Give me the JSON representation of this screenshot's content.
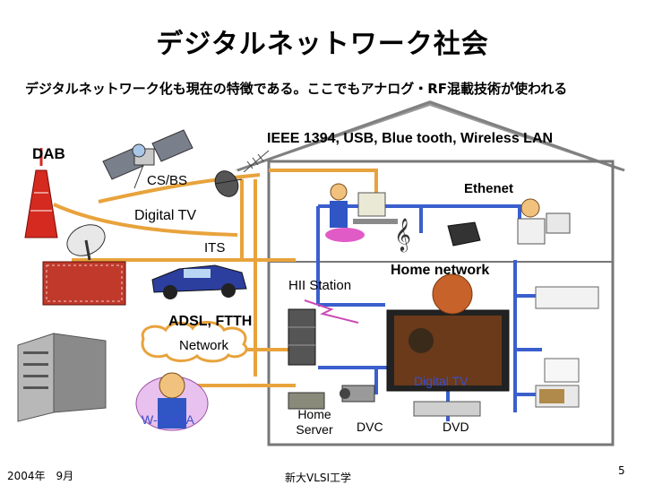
{
  "title": "デジタルネットワーク社会",
  "subtitle": "デジタルネットワーク化も現在の特徴である。ここでもアナログ・RF混載技術が使われる",
  "labels": {
    "ieee": "IEEE 1394, USB, Blue tooth, Wireless LAN",
    "dab": "DAB",
    "csbs": "CS/BS",
    "digital_tv_left": "Digital TV",
    "its": "ITS",
    "ethenet": "Ethenet",
    "home_network": "Home network",
    "hii_station": "HII Station",
    "adsl": "ADSL, FTTH",
    "network": "Network",
    "w_cdma": "W-CDMA",
    "digital_tv_right": "Digital TV",
    "home_server": "Home Server",
    "dvc": "DVC",
    "dvd": "DVD"
  },
  "footer": {
    "date": "2004年　9月",
    "org": "新大VLSI工学",
    "page": "5"
  },
  "colors": {
    "cable": "#e8a33c",
    "lan": "#3a5fcd",
    "house_roof": "#808080",
    "house_fill": "#ffffff"
  },
  "icons": [
    "satellite-icon",
    "tv-tower-icon",
    "dish-antenna-icon",
    "building-icon",
    "car-icon",
    "office-building-icon",
    "person-phone-icon",
    "office-worker-icon",
    "telephone-icon",
    "teacher-icon",
    "music-note-icon",
    "hub-icon",
    "television-icon",
    "air-conditioner-icon",
    "refrigerator-icon",
    "microwave-icon",
    "dvd-player-icon",
    "camcorder-icon",
    "server-icon"
  ]
}
